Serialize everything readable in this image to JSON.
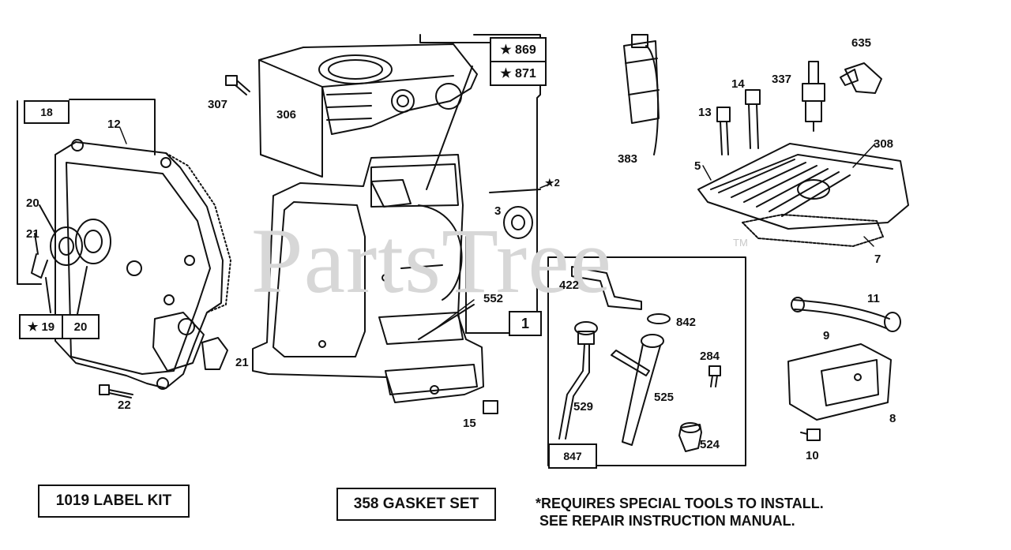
{
  "watermark": {
    "text": "PartsTree",
    "trademark": "TM"
  },
  "boxes": {
    "b18": "18",
    "b869": "★ 869",
    "b871": "★ 871",
    "b1": "1",
    "b19": "★ 19",
    "b20": "20",
    "b847": "847"
  },
  "callouts": {
    "c12": "12",
    "c20": "20",
    "c21a": "21",
    "c21b": "21",
    "c22": "22",
    "c307": "307",
    "c306": "306",
    "c2": "★2",
    "c3": "3",
    "c552": "552",
    "c15": "15",
    "c383": "383",
    "c14": "14",
    "c13": "13",
    "c337": "337",
    "c635": "635",
    "c308": "308",
    "c5": "5",
    "c7": "7",
    "c11": "11",
    "c9": "9",
    "c8": "8",
    "c10": "10",
    "c422": "422",
    "c842": "842",
    "c284": "284",
    "c529": "529",
    "c525": "525",
    "c524": "524"
  },
  "kits": {
    "label_kit": "1019 LABEL KIT",
    "gasket_set": "358 GASKET SET"
  },
  "note": {
    "line1": "*REQUIRES SPECIAL TOOLS TO INSTALL.",
    "line2": " SEE REPAIR INSTRUCTION MANUAL."
  }
}
